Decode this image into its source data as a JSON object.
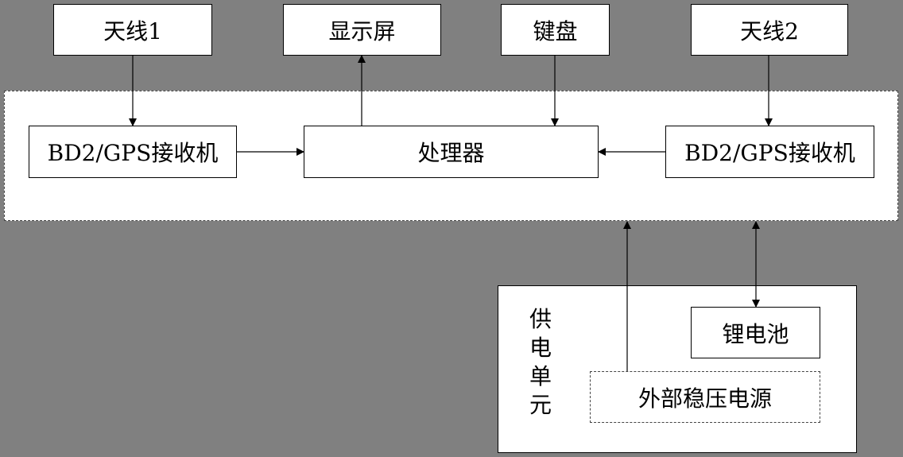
{
  "diagram": {
    "top_boxes": {
      "antenna1": "天线1",
      "display": "显示屏",
      "keyboard": "键盘",
      "antenna2": "天线2"
    },
    "module": {
      "receiver1": "BD2/GPS接收机",
      "processor": "处理器",
      "receiver2": "BD2/GPS接收机"
    },
    "power_unit": {
      "label_chars": [
        "供",
        "电",
        "单",
        "元"
      ],
      "battery": "锂电池",
      "external_supply": "外部稳压电源"
    }
  },
  "colors": {
    "background": "#808080",
    "box_fill": "#ffffff",
    "line": "#000000"
  }
}
